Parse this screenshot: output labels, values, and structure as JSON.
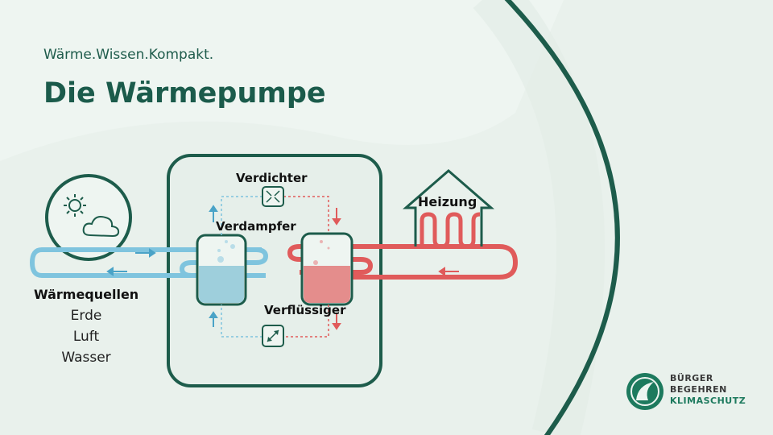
{
  "header": {
    "subtitle": "Wärme.Wissen.Kompakt.",
    "title": "Die Wärmepumpe"
  },
  "diagram": {
    "labels": {
      "compressor": "Verdichter",
      "evaporator": "Verdampfer",
      "condenser": "Verflüssiger",
      "heating": "Heizung"
    },
    "heat_sources": {
      "heading": "Wärmequellen",
      "items": [
        "Erde",
        "Luft",
        "Wasser"
      ]
    },
    "icons": [
      "sun-icon",
      "cloud-icon",
      "house-icon",
      "compressor-icon",
      "expansion-valve-icon"
    ],
    "colors": {
      "cold_loop": "#7fc4de",
      "hot_loop": "#e05b5b",
      "frame": "#1d5c4b",
      "background": "#eef5f1"
    }
  },
  "logo": {
    "line1": "BÜRGER",
    "line2": "BEGEHREN",
    "line3": "KLIMASCHUTZ",
    "colors": {
      "brand_green": "#1d7a5e"
    }
  }
}
